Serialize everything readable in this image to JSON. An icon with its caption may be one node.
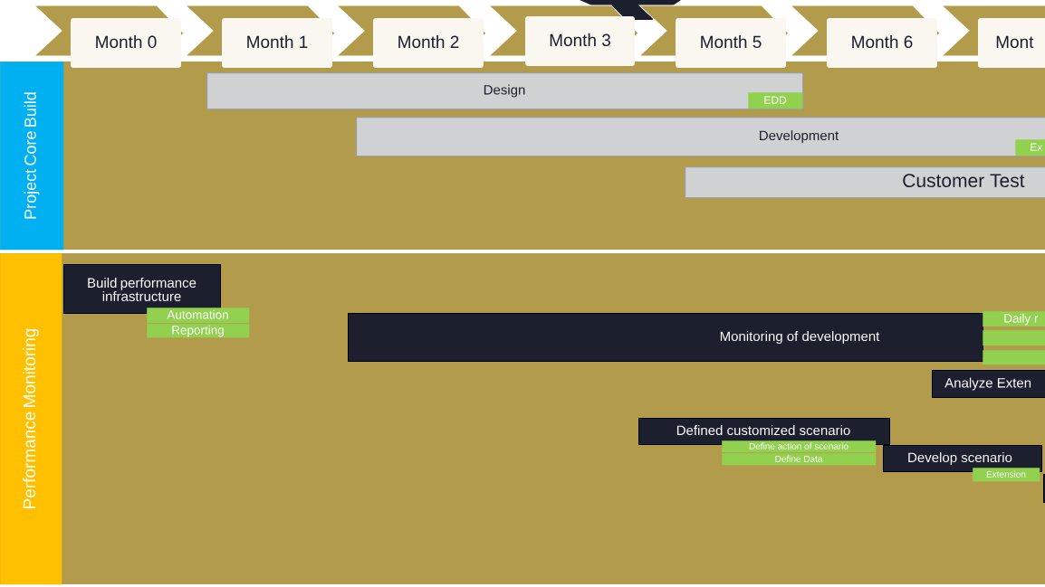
{
  "diagram": {
    "nodes": [
      {
        "text": [
          "Month 0"
        ]
      },
      {
        "text": [
          "Month 1"
        ]
      },
      {
        "text": [
          "Month 2"
        ]
      },
      {
        "text": [
          "Month 3"
        ]
      },
      {
        "text": [
          "Month 5"
        ]
      },
      {
        "text": [
          "Month 6"
        ]
      },
      {
        "text": [
          "Mont"
        ]
      },
      {
        "text": [
          "Project Core Build"
        ]
      },
      {
        "text": [
          "Design"
        ]
      },
      {
        "text": [
          "EDD"
        ],
        "in": 8
      },
      {
        "text": [
          "Development"
        ]
      },
      {
        "text": [
          "Ex"
        ],
        "in": 10
      },
      {
        "text": [
          "Customer Test"
        ]
      },
      {
        "text": [
          "Performance Monitoring"
        ]
      },
      {
        "text": [
          "Build performance infrastructure"
        ]
      },
      {
        "text": [
          "Automation"
        ]
      },
      {
        "text": [
          "Reporting"
        ]
      },
      {
        "text": [
          "Monitoring of development"
        ]
      },
      {
        "text": [
          "Daily r"
        ]
      },
      {
        "text": [],
        "shape": "bar"
      },
      {
        "text": [],
        "shape": "bar"
      },
      {
        "text": [
          "Analyze Exten"
        ]
      },
      {
        "text": [
          "Defined customized scenario"
        ]
      },
      {
        "text": [
          "Define action of scenario"
        ]
      },
      {
        "text": [
          "Define Data"
        ]
      },
      {
        "text": [
          "Develop scenario"
        ]
      },
      {
        "text": [
          "Extension"
        ]
      },
      {
        "text": [],
        "shape": "box"
      }
    ]
  }
}
